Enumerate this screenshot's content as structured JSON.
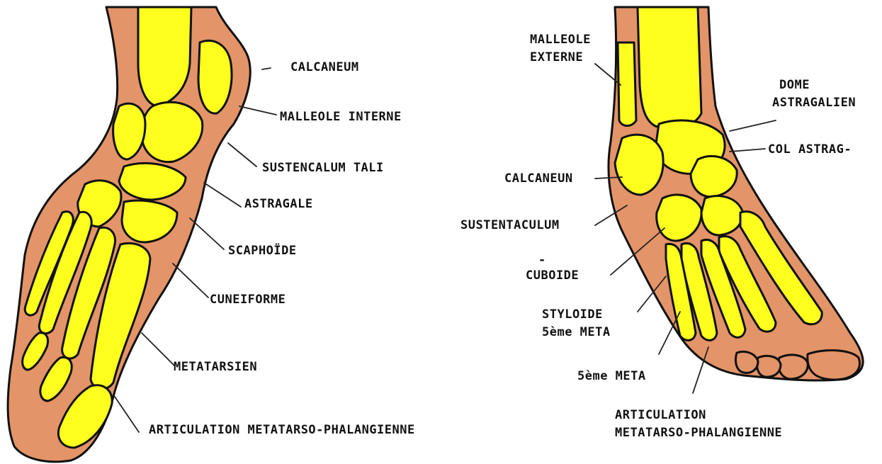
{
  "colors": {
    "skin": "#E39468",
    "bone": "#FFFF1E",
    "outline": "#111111",
    "background": "#FFFFFF"
  },
  "left_foot": {
    "labels": {
      "calcaneum": "CALCANEUM",
      "malleole_interne": "MALLEOLE INTERNE",
      "sustencalum_tali": "SUSTENCALUM TALI",
      "astragale": "ASTRAGALE",
      "scaphoide": "SCAPHOÏDE",
      "cuneiforme": "CUNEIFORME",
      "metatarsien": "METATARSIEN",
      "articulation": "ARTICULATION METATARSO-PHALANGIENNE"
    }
  },
  "right_foot": {
    "labels": {
      "malleole_externe_1": "MALLEOLE",
      "malleole_externe_2": "EXTERNE",
      "dome_1": "DOME",
      "dome_2": "ASTRAGALIEN",
      "col_astrag": "COL ASTRAG-",
      "calcaneun": "CALCANEUN",
      "sustentaculum": "SUSTENTACULUM",
      "dash": "-",
      "cuboide": "CUBOIDE",
      "styloide_1": "STYLOIDE",
      "styloide_2": "5ème META",
      "meta5": "5ème META",
      "articulation_1": "ARTICULATION",
      "articulation_2": "METATARSO-PHALANGIENNE"
    }
  }
}
